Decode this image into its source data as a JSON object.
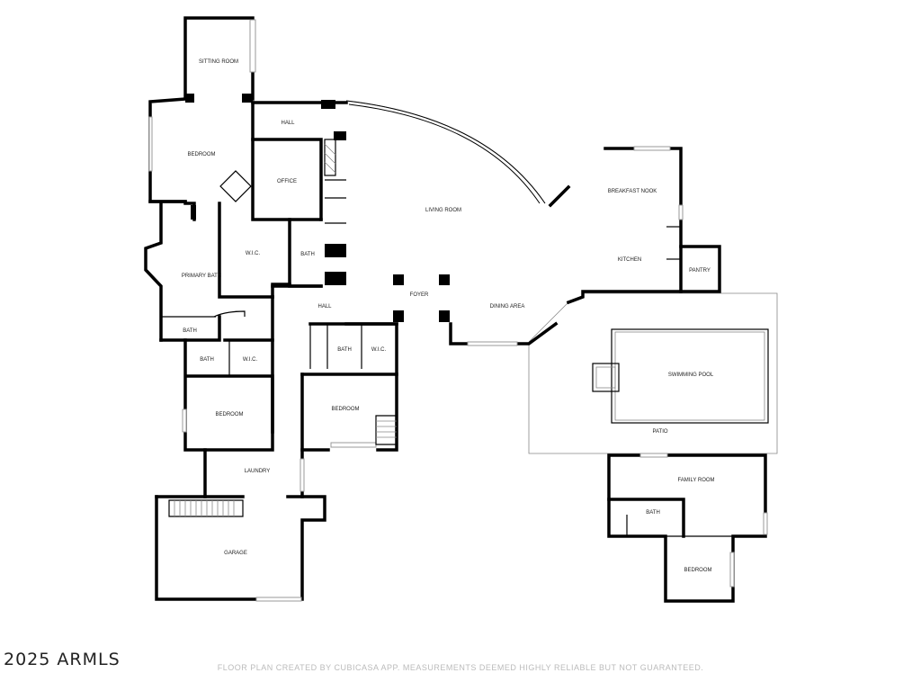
{
  "rooms": {
    "sitting_room": "SITTING ROOM",
    "hall_top": "HALL",
    "bedroom_primary": "BEDROOM",
    "office": "OFFICE",
    "living_room": "LIVING ROOM",
    "breakfast_nook": "BREAKFAST NOOK",
    "wic_primary": "W.I.C.",
    "bath_small": "BATH",
    "primary_bath": "PRIMARY BATH",
    "kitchen": "KITCHEN",
    "pantry": "PANTRY",
    "foyer": "FOYER",
    "hall_mid": "HALL",
    "dining_area": "DINING AREA",
    "bath_left": "BATH",
    "bath_2": "BATH",
    "wic_2": "W.I.C.",
    "bath_3": "BATH",
    "wic_3": "W.I.C.",
    "swimming_pool": "SWIMMING POOL",
    "bedroom_2": "BEDROOM",
    "bedroom_3": "BEDROOM",
    "patio": "PATIO",
    "laundry": "LAUNDRY",
    "family_room": "FAMILY ROOM",
    "bath_guest": "BATH",
    "garage": "GARAGE",
    "bedroom_guest": "BEDROOM"
  },
  "footer": {
    "copyright": "2025 ARMLS",
    "note": "FLOOR PLAN CREATED BY CUBICASA APP. MEASUREMENTS DEEMED HIGHLY RELIABLE BUT NOT GUARANTEED."
  }
}
